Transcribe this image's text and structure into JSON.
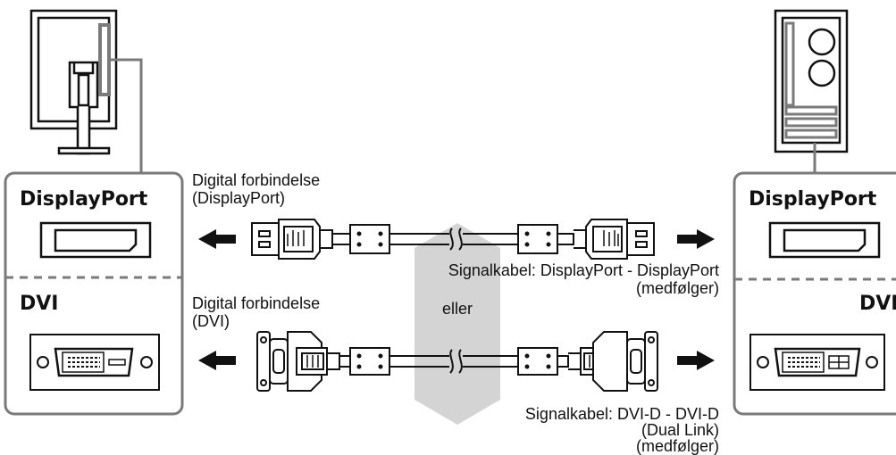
{
  "left_panel": {
    "title_top": "DisplayPort",
    "title_bottom": "DVI"
  },
  "right_panel": {
    "title_top": "DisplayPort",
    "title_bottom": "DVI"
  },
  "labels": {
    "dp_connection_line1": "Digital forbindelse",
    "dp_connection_line2": "(DisplayPort)",
    "dvi_connection_line1": "Digital forbindelse",
    "dvi_connection_line2": "(DVI)",
    "or": "eller",
    "dp_cable_line1": "Signalkabel: DisplayPort - DisplayPort",
    "dp_cable_line2": "(medfølger)",
    "dvi_cable_line1": "Signalkabel: DVI-D - DVI-D",
    "dvi_cable_line2": "(Dual Link)",
    "dvi_cable_line3": "(medfølger)"
  },
  "colors": {
    "panel_border": "#7a7a7a",
    "ink": "#111111",
    "gray_arrow": "#d4d4d4"
  }
}
